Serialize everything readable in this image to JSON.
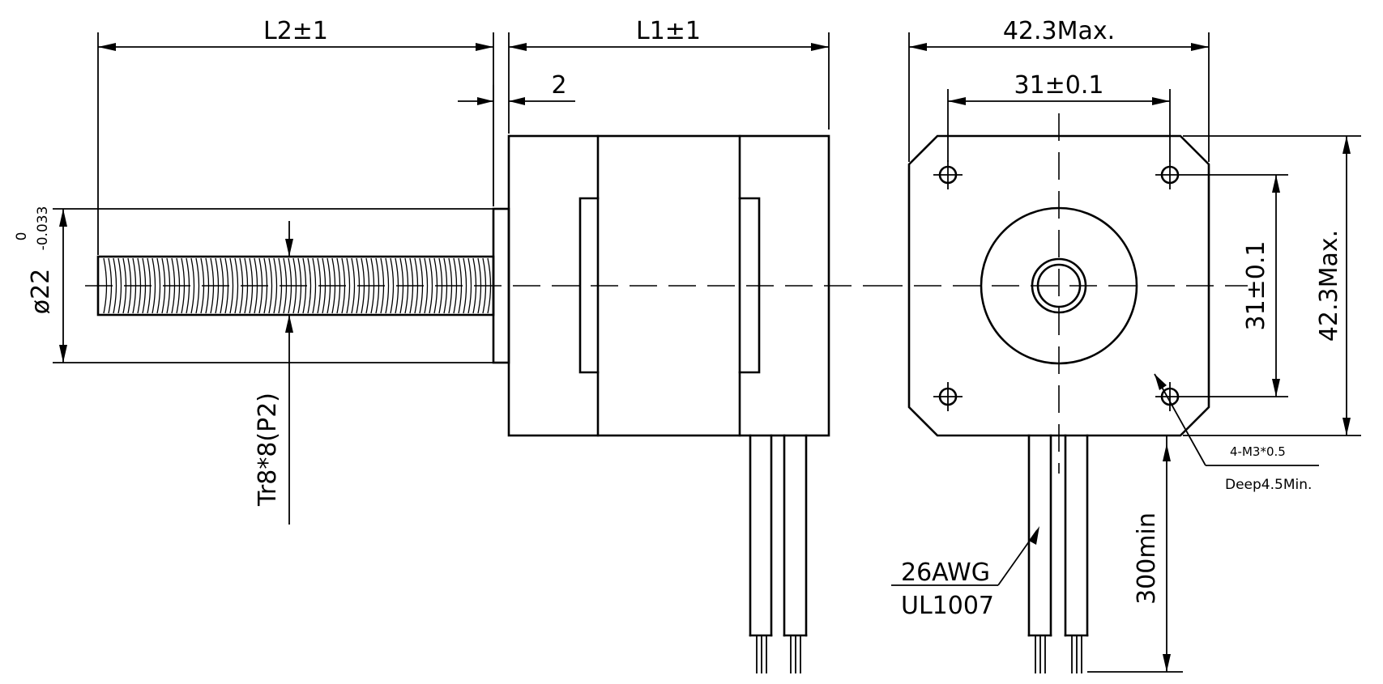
{
  "dimensions": {
    "l2": "L2±1",
    "l1": "L1±1",
    "flange_thickness": "2",
    "body_width": "42.3Max.",
    "hole_spacing_h": "31±0.1",
    "hole_spacing_v": "31±0.1",
    "body_height": "42.3Max.",
    "diameter_main": "ø22",
    "diameter_tol_upper": "0",
    "diameter_tol_lower": "-0.033",
    "thread": "Tr8*8(P2)",
    "mount_holes": "4-M3*0.5",
    "hole_depth": "Deep4.5Min.",
    "wire_gauge": "26AWG",
    "wire_standard": "UL1007",
    "lead_length": "300min"
  }
}
